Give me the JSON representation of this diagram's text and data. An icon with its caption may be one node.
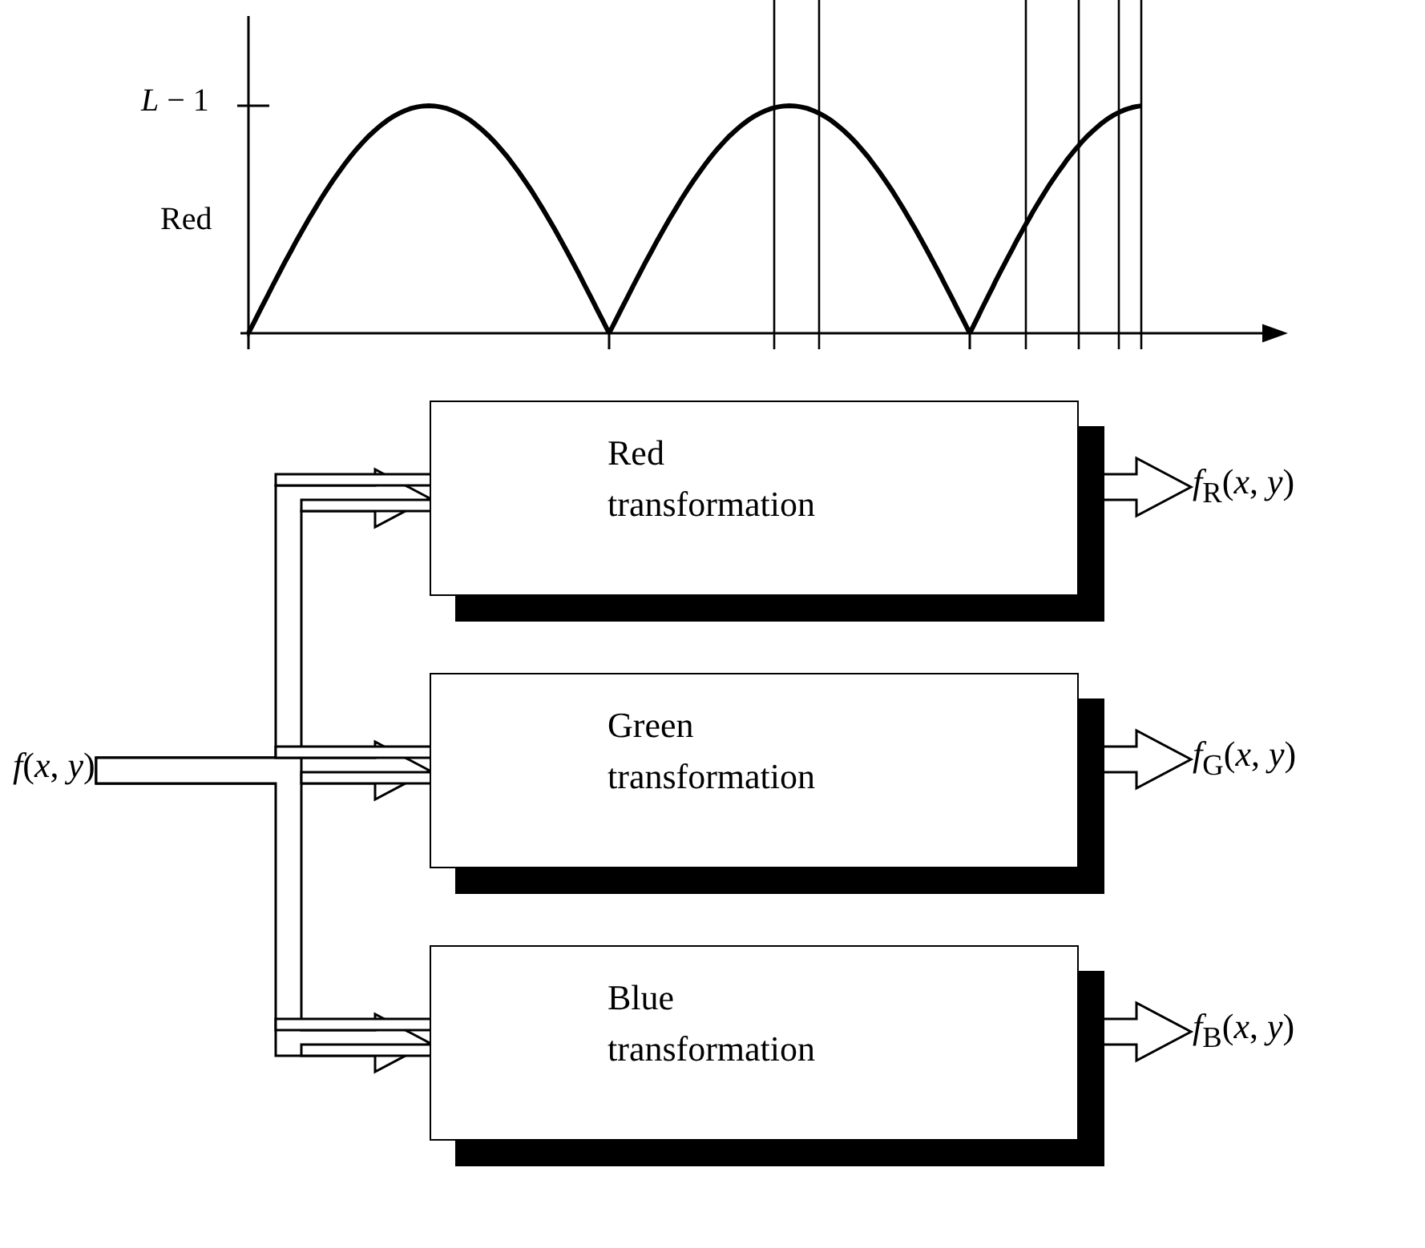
{
  "diagram": {
    "nodes": [
      {
        "text": [
          "*f*(*x*, *y*)"
        ]
      },
      {
        "text": [
          "Red transformation"
        ]
      },
      {
        "text": [
          "Green transformation"
        ]
      },
      {
        "text": [
          "Blue transformation"
        ]
      },
      {
        "text": [
          "*f*$_{R}$(*x*, *y*)"
        ]
      },
      {
        "text": [
          "*f*$_{G}$(*x*, *y*)"
        ]
      },
      {
        "text": [
          "*f*$_{B}$(*x*, *y*)"
        ]
      }
    ],
    "edges": [
      {
        "from": 0,
        "to": 1,
        "arrow": "to"
      },
      {
        "from": 0,
        "to": 2,
        "arrow": "to"
      },
      {
        "from": 0,
        "to": 3,
        "arrow": "to"
      },
      {
        "from": 1,
        "to": 4,
        "arrow": "to"
      },
      {
        "from": 2,
        "to": 5,
        "arrow": "to"
      },
      {
        "from": 3,
        "to": 6,
        "arrow": "to"
      }
    ],
    "labels": [
      "*L* − 1",
      "Red"
    ]
  }
}
